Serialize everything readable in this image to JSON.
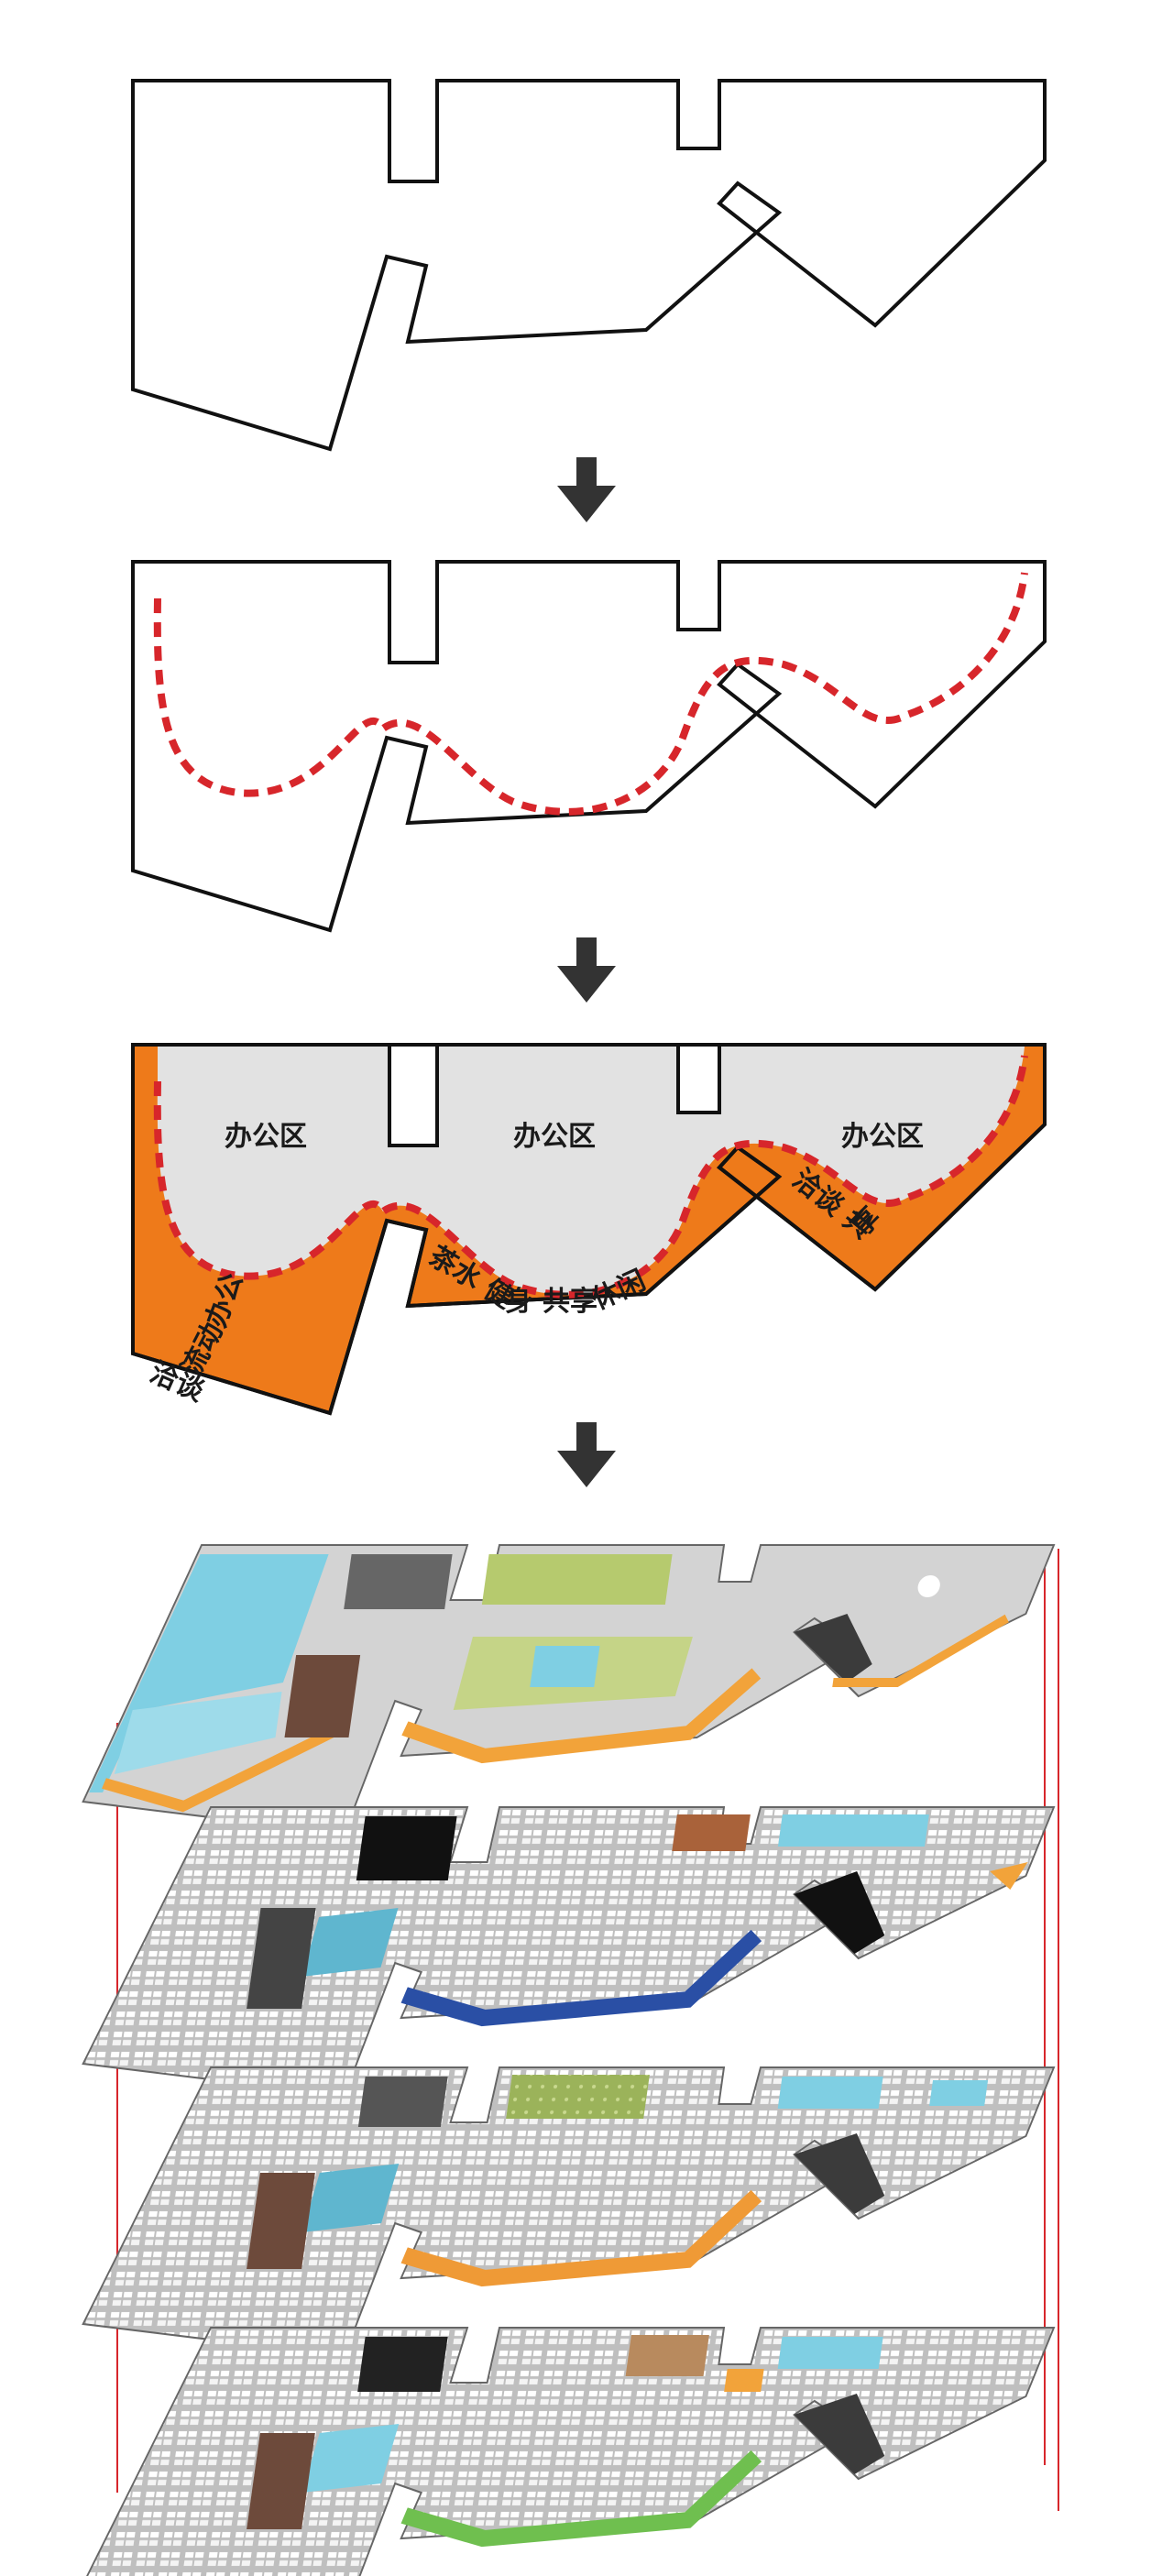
{
  "zones": {
    "left": "办公区",
    "center": "办公区",
    "right": "办公区"
  },
  "corridor_labels": {
    "left_run": "洽谈 流动办公",
    "center_run": "茶水 健身 共享休闲",
    "right_run": "洽谈 共享"
  },
  "colors": {
    "outline": "#111111",
    "dashed_path": "#d7262b",
    "activity_band": "#ee7a1a",
    "office_fill": "#e2e2e2",
    "arrow": "#333333",
    "connector": "#d7262b",
    "floor_base": "#c9c9c9",
    "floor1_cyan": "#7fcfe3",
    "floor1_green": "#b6ca6e",
    "floor1_orange": "#f2a33a",
    "floor2_blue": "#2a4fa5",
    "floor3_orange": "#ef9a36",
    "floor4_green": "#6fbf4f",
    "dark_room": "#3b3b3b",
    "brown_room": "#a9623a"
  },
  "icons": [
    "down-arrow-icon",
    "down-arrow-icon",
    "down-arrow-icon"
  ]
}
